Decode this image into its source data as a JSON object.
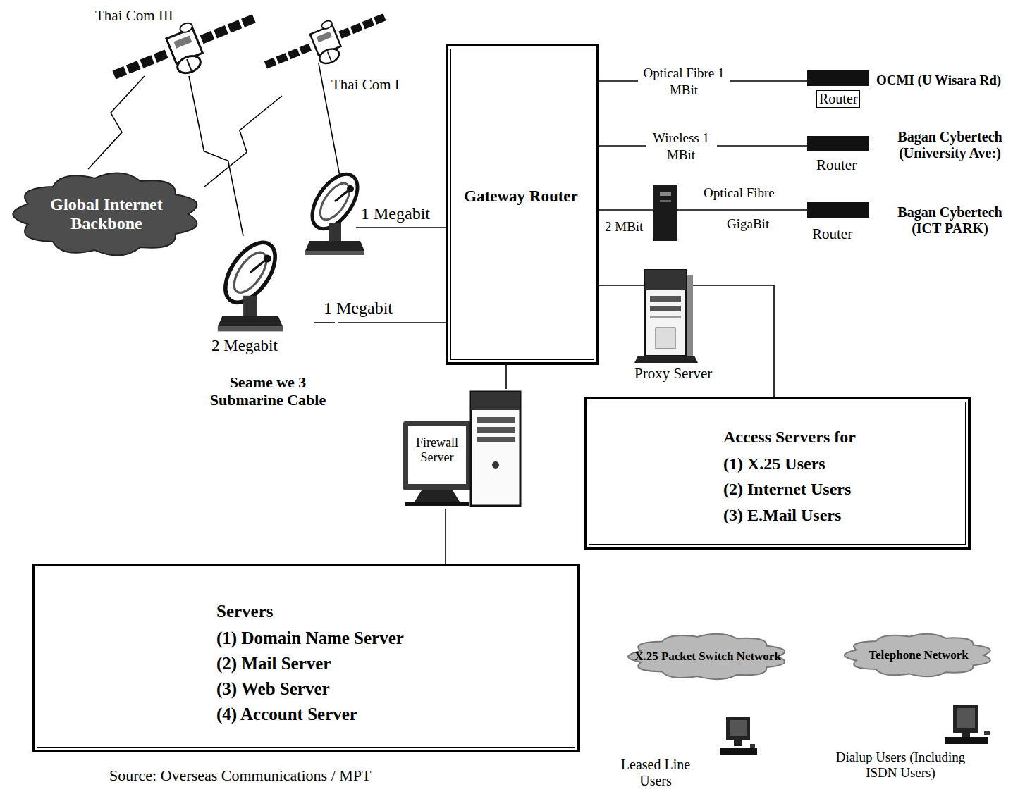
{
  "diagram": {
    "caption": "Source: Overseas Communications / MPT",
    "nodes": [
      {
        "text": [
          "Thai Com III"
        ]
      },
      {
        "text": [
          "Thai Com I"
        ]
      },
      {
        "text": [
          "Gateway Router"
        ]
      },
      {
        "text": [
          "Router",
          "OCMI (U Wisara Rd)"
        ]
      },
      {
        "text": [
          "Router",
          "Bagan Cybertech (University Ave:)"
        ]
      },
      {
        "text": [
          "Router",
          "Bagan Cybertech (ICT PARK)"
        ]
      },
      {
        "text": [
          "Global Internet Backbone"
        ]
      },
      {
        "text": [
          "2 Megabit",
          "Seame we 3 Submarine Cable"
        ]
      },
      {
        "text": [
          "Proxy Server"
        ]
      },
      {
        "text": [
          "Access Servers for",
          "(1) X.25 Users",
          "(2) Internet Users",
          "(3) E.Mail Users"
        ]
      },
      {
        "text": [
          "Firewall Server"
        ]
      },
      {
        "text": [
          "Servers",
          "(1) Domain Name Server",
          "(2) Mail Server",
          "(3) Web Server",
          "(4) Account Server"
        ]
      },
      {
        "text": [
          "X.25 Packet Switch Network"
        ]
      },
      {
        "text": [
          "Telephone Network"
        ]
      },
      {
        "text": [
          "Leased Line Users"
        ]
      },
      {
        "text": [
          "Dialup Users (Including ISDN Users)"
        ]
      }
    ],
    "edges": [
      {
        "from": 0,
        "to": 6,
        "arrow": "none"
      },
      {
        "from": 0,
        "to": 7,
        "arrow": "none"
      },
      {
        "from": 1,
        "to": 6,
        "arrow": "none"
      },
      {
        "from": 7,
        "to": 2,
        "label": "1 Megabit",
        "arrow": "none"
      },
      {
        "from": 2,
        "to": 3,
        "label": "Optical Fibre 1 MBit",
        "arrow": "none"
      },
      {
        "from": 2,
        "to": 4,
        "label": "Wireless 1 MBit",
        "arrow": "none"
      },
      {
        "from": 2,
        "to": 5,
        "label": "2 MBit",
        "arrow": "none"
      },
      {
        "from": 2,
        "to": 9,
        "arrow": "none"
      },
      {
        "from": 2,
        "to": 10,
        "arrow": "none"
      },
      {
        "from": 10,
        "to": 11,
        "arrow": "none"
      }
    ],
    "labels": [
      "1 Megabit",
      "Optical Fibre",
      "GigaBit"
    ]
  }
}
